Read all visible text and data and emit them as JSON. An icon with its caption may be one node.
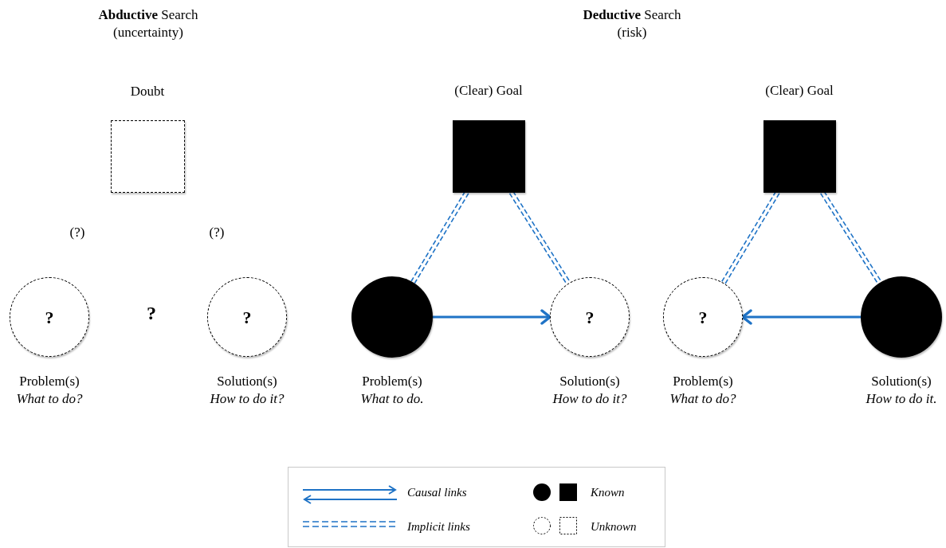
{
  "diagram": {
    "nodes": [
      {
        "text": [
          "Doubt"
        ]
      },
      {
        "text": [
          "?"
        ],
        "beside": [
          "Problem(s)",
          "What to do?"
        ]
      },
      {
        "text": [
          "?"
        ],
        "beside": [
          "Solution(s)",
          "How to do it?"
        ]
      },
      {
        "text": [
          "(Clear) Goal"
        ]
      },
      {
        "text": [],
        "shape": "circle",
        "beside": [
          "Problem(s)",
          "What to do."
        ]
      },
      {
        "text": [
          "?"
        ],
        "beside": [
          "Solution(s)",
          "How to do it?"
        ]
      },
      {
        "text": [
          "(Clear) Goal"
        ]
      },
      {
        "text": [
          "?"
        ],
        "beside": [
          "Problem(s)",
          "What to do?"
        ]
      },
      {
        "text": [],
        "shape": "circle",
        "beside": [
          "Solution(s)",
          "How to do it."
        ]
      }
    ],
    "edges": [
      {
        "from": 3,
        "to": 4,
        "arrow": "none",
        "style": "dashed"
      },
      {
        "from": 3,
        "to": 5,
        "arrow": "none",
        "style": "dashed"
      },
      {
        "from": 4,
        "to": 5,
        "arrow": "to"
      },
      {
        "from": 6,
        "to": 7,
        "arrow": "none",
        "style": "dashed"
      },
      {
        "from": 6,
        "to": 8,
        "arrow": "none",
        "style": "dashed"
      },
      {
        "from": 8,
        "to": 7,
        "arrow": "to"
      }
    ],
    "labels": [
      "**Abductive** Search",
      "(uncertainty)",
      "**Deductive** Search",
      "(risk)",
      "(?)",
      "(?)",
      "?"
    ],
    "legend": [
      {
        "text": "Causal links"
      },
      {
        "text": "Implicit links"
      },
      {
        "text": "Known"
      },
      {
        "text": "Unknown"
      }
    ]
  }
}
